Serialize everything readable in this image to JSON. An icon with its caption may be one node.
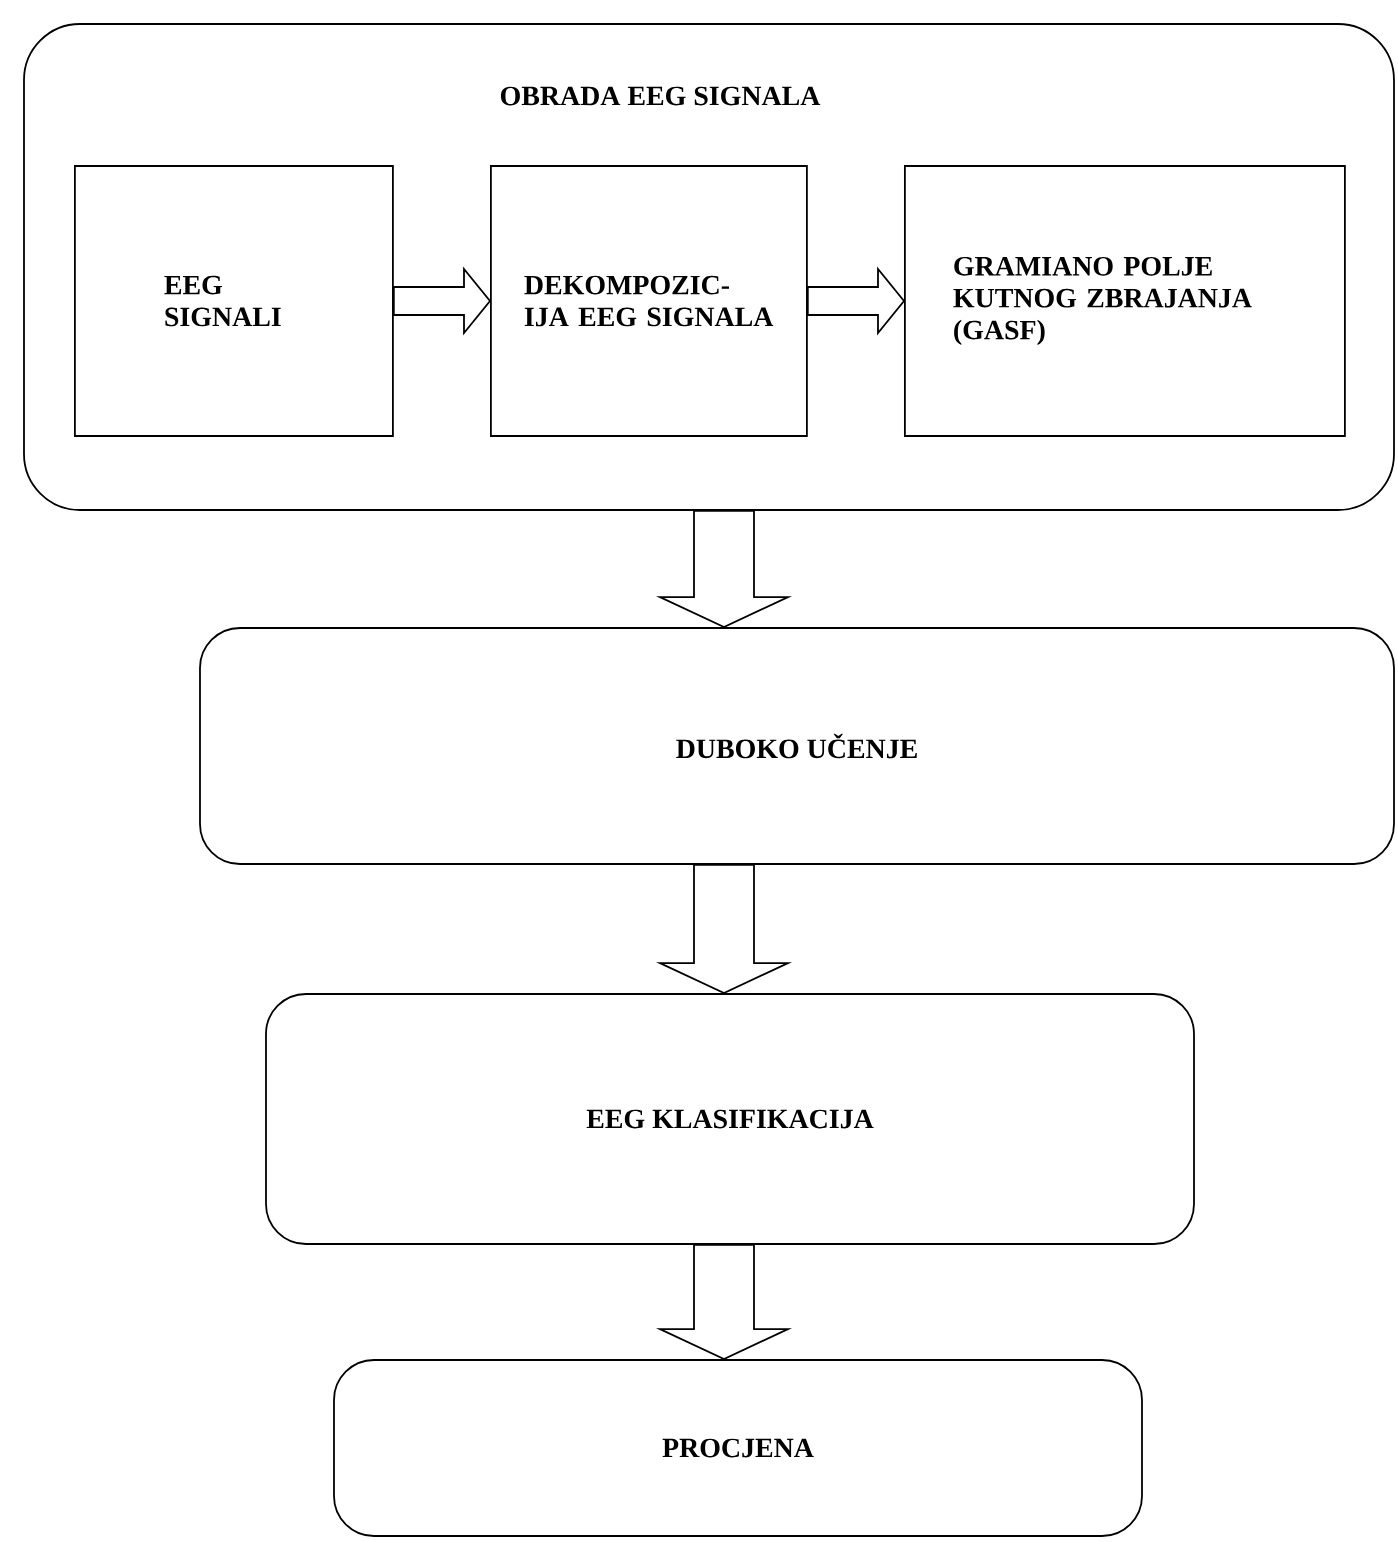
{
  "diagram": {
    "nodes": [
      {
        "text": [
          "OBRADA EEG SIGNALA"
        ]
      },
      {
        "text": [
          "EEG SIGNALI"
        ],
        "in": 0
      },
      {
        "text": [
          "DEKOMPOZIC- IJA EEG SIGNALA"
        ],
        "in": 0
      },
      {
        "text": [
          "GRAMIANO POLJE KUTNOG ZBRAJANJA (GASF)"
        ],
        "in": 0
      },
      {
        "text": [
          "DUBOKO UČENJE"
        ]
      },
      {
        "text": [
          "EEG KLASIFIKACIJA"
        ]
      },
      {
        "text": [
          "PROCJENA"
        ]
      }
    ],
    "edges": [
      {
        "from": 1,
        "to": 2,
        "arrow": "to"
      },
      {
        "from": 2,
        "to": 3,
        "arrow": "to"
      },
      {
        "from": 0,
        "to": 4,
        "arrow": "to"
      },
      {
        "from": 4,
        "to": 5,
        "arrow": "to"
      },
      {
        "from": 5,
        "to": 6,
        "arrow": "to"
      }
    ]
  }
}
